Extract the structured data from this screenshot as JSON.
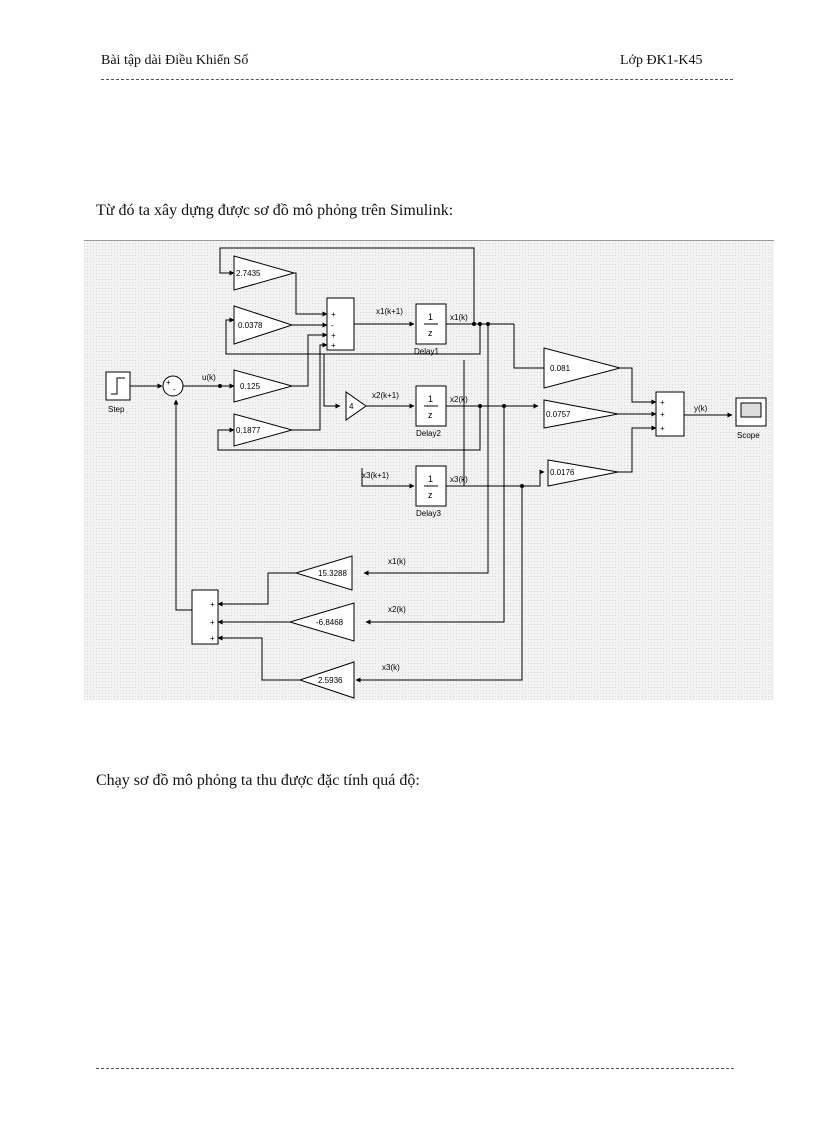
{
  "header": {
    "left": "Bài tập dài Điều Khiển Số",
    "right": "Lớp ĐK1-K45"
  },
  "paragraphs": {
    "intro": "Từ đó ta xây dựng được sơ đồ mô phỏng trên Simulink:",
    "result": "Chạy sơ đồ mô phỏng ta thu được đặc tính quá độ:"
  },
  "diagram": {
    "step_label": "Step",
    "scope_label": "Scope",
    "signals": {
      "u": "u(k)",
      "x1_next": "x1(k+1)",
      "x1": "x1(k)",
      "x2_next": "x2(k+1)",
      "x2": "x2(k)",
      "x3_next": "x3(k+1)",
      "x3": "x3(k)",
      "y": "y(k)"
    },
    "gains": {
      "g1": "2.7435",
      "g2": "0.0378",
      "g3": "0.125",
      "g4": "0.1877",
      "g5": "4",
      "c1": "0.081",
      "c2": "0.0757",
      "c3": "0.0176",
      "k1": "15.3288",
      "k2": "-6.8468",
      "k3": "2.5936"
    },
    "delays": {
      "d1": "Delay1",
      "d2": "Delay2",
      "d3": "Delay3",
      "numerator": "1",
      "denominator": "z"
    },
    "signs": {
      "plus": "+",
      "minus": "-"
    }
  }
}
